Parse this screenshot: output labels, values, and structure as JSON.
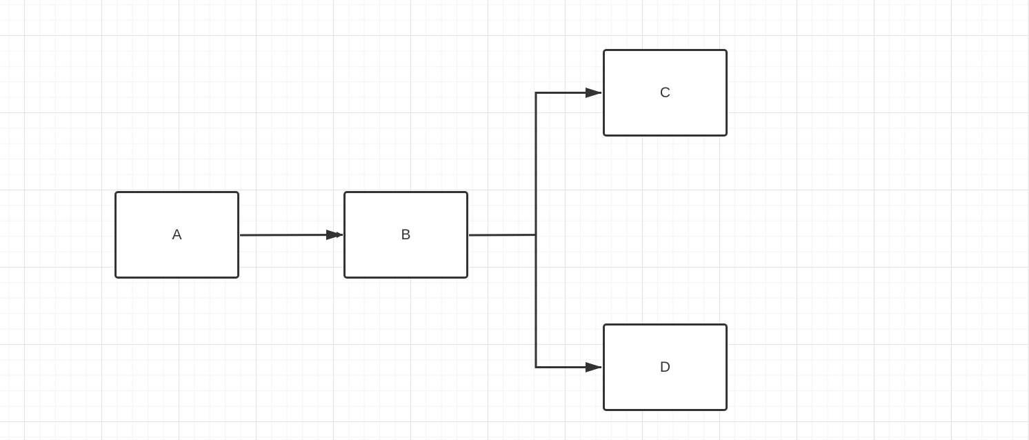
{
  "diagram": {
    "nodes": [
      {
        "id": "A",
        "label": "A"
      },
      {
        "id": "B",
        "label": "B"
      },
      {
        "id": "C",
        "label": "C"
      },
      {
        "id": "D",
        "label": "D"
      }
    ],
    "edges": [
      {
        "from": "A",
        "to": "B"
      },
      {
        "from": "B",
        "to": "C"
      },
      {
        "from": "B",
        "to": "D"
      }
    ],
    "colors": {
      "stroke": "#333333",
      "node_fill": "#ffffff",
      "grid_major": "#e4e4e4",
      "grid_minor": "#f3f3f3",
      "background": "#ffffff"
    }
  }
}
